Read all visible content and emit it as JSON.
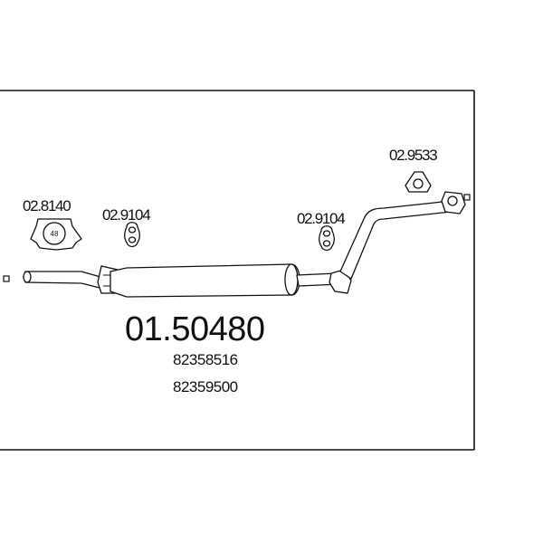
{
  "parts": {
    "clamp_left": {
      "code": "02.8140",
      "inner_mark": "48"
    },
    "hanger_left": {
      "code": "02.9104"
    },
    "hanger_right": {
      "code": "02.9104"
    },
    "gasket": {
      "code": "02.9533"
    }
  },
  "product": {
    "number": "01.50480",
    "oe_numbers": [
      "82358516",
      "82359500"
    ]
  }
}
